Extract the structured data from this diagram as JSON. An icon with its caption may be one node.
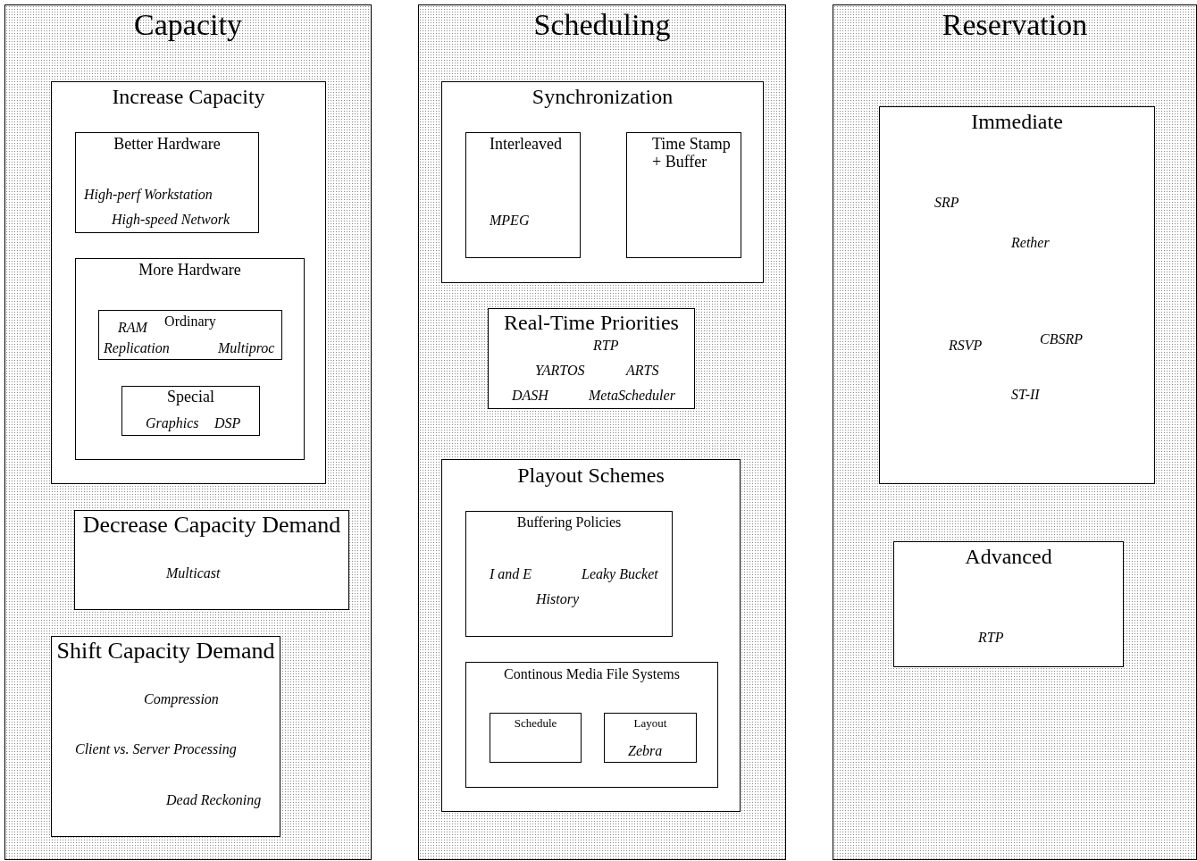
{
  "diagram": {
    "nodes": [
      {
        "text": [
          "Capacity"
        ]
      },
      {
        "text": [
          "Increase Capacity"
        ],
        "in": 0
      },
      {
        "text": [
          "Better Hardware",
          "High-perf Workstation",
          "High-speed Network"
        ],
        "in": 1
      },
      {
        "text": [
          "More Hardware"
        ],
        "in": 1
      },
      {
        "text": [
          "Ordinary",
          "RAM",
          "Replication",
          "Multiproc"
        ],
        "in": 3
      },
      {
        "text": [
          "Special",
          "Graphics",
          "DSP"
        ],
        "in": 3
      },
      {
        "text": [
          "Decrease Capacity Demand",
          "Multicast"
        ],
        "in": 0
      },
      {
        "text": [
          "Shift Capacity Demand",
          "Compression",
          "Client vs. Server Processing",
          "Dead Reckoning"
        ],
        "in": 0
      },
      {
        "text": [
          "Scheduling"
        ]
      },
      {
        "text": [
          "Synchronization"
        ],
        "in": 8
      },
      {
        "text": [
          "Interleaved",
          "MPEG"
        ],
        "in": 9
      },
      {
        "text": [
          "Time Stamp + Buffer"
        ],
        "in": 9
      },
      {
        "text": [
          "Real-Time Priorities",
          "RTP",
          "YARTOS",
          "ARTS",
          "DASH",
          "MetaScheduler"
        ],
        "in": 8
      },
      {
        "text": [
          "Playout Schemes"
        ],
        "in": 8
      },
      {
        "text": [
          "Buffering Policies",
          "I and E",
          "Leaky Bucket",
          "History"
        ],
        "in": 13
      },
      {
        "text": [
          "Continous Media File Systems"
        ],
        "in": 13
      },
      {
        "text": [
          "Schedule"
        ],
        "in": 15
      },
      {
        "text": [
          "Layout",
          "Zebra"
        ],
        "in": 15
      },
      {
        "text": [
          "Reservation"
        ]
      },
      {
        "text": [
          "Immediate",
          "SRP",
          "Rether",
          "RSVP",
          "CBSRP",
          "ST-II"
        ],
        "in": 18
      },
      {
        "text": [
          "Advanced",
          "RTP"
        ],
        "in": 18
      }
    ]
  }
}
